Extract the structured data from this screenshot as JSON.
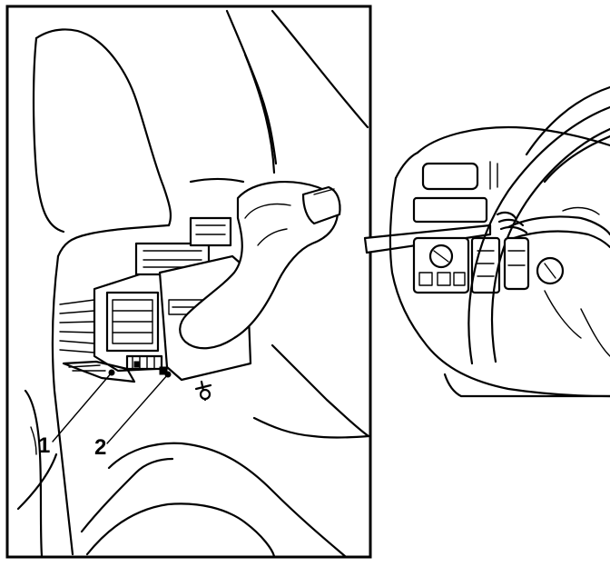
{
  "callouts": [
    {
      "id": "callout-1",
      "label": "1"
    },
    {
      "id": "callout-2",
      "label": "2"
    }
  ],
  "colors": {
    "ink": "#000000",
    "paper": "#ffffff"
  }
}
